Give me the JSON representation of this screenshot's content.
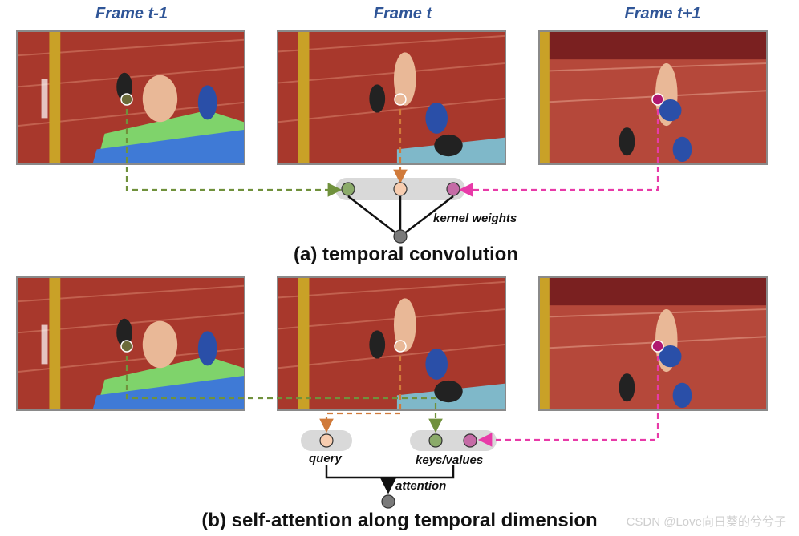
{
  "frames": [
    {
      "title": "Frame t-1"
    },
    {
      "title": "Frame t"
    },
    {
      "title": "Frame t+1"
    }
  ],
  "panel_a": {
    "caption": "(a) temporal convolution",
    "kernel_label": "kernel weights"
  },
  "panel_b": {
    "caption": "(b) self-attention along temporal dimension",
    "query_label": "query",
    "keys_label": "keys/values",
    "attention_label": "attention"
  },
  "watermark": "CSDN @Love向日葵的兮兮子",
  "colors": {
    "green": "#70913c",
    "orange": "#d07a3a",
    "magenta": "#e83aa8",
    "frame_title": "#2f5597",
    "node_green": "#8bab6a",
    "node_peach": "#f7cdb0",
    "node_pink": "#c56ba6",
    "node_grey": "#7a7a7a",
    "group_bg": "#d9d9d9"
  }
}
